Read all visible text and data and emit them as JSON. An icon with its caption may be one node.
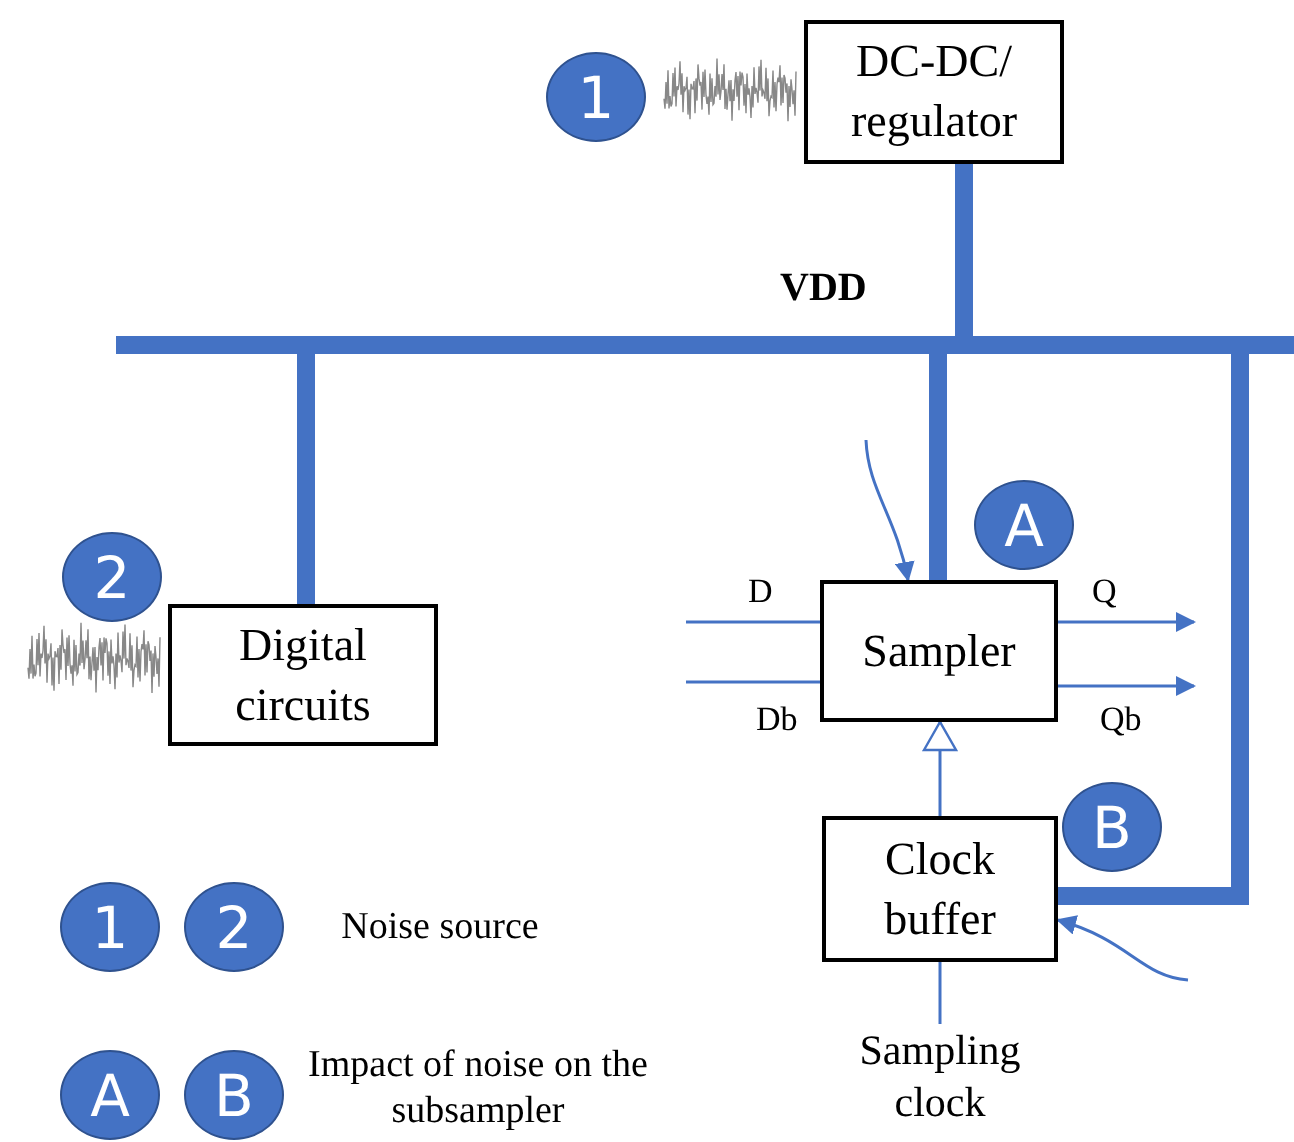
{
  "diagram": {
    "nodes": [
      {
        "text": [
          "1"
        ]
      },
      {
        "text": [
          "DC-DC/ regulator"
        ]
      },
      {
        "text": [
          "VDD"
        ]
      },
      {
        "text": [
          "A"
        ]
      },
      {
        "text": [
          "2"
        ]
      },
      {
        "text": [
          "Digital circuits"
        ]
      },
      {
        "text": [
          "Sampler"
        ]
      },
      {
        "text": [
          "B"
        ]
      },
      {
        "text": [
          "Clock buffer"
        ]
      },
      {
        "text": [
          "1"
        ]
      },
      {
        "text": [
          "2"
        ]
      },
      {
        "text": [
          "A"
        ]
      },
      {
        "text": [
          "B"
        ]
      },
      {
        "text": [
          "Sampling clock"
        ]
      }
    ],
    "edges": [
      {
        "from": 1,
        "to": 2,
        "arrow": "none",
        "style": "thick"
      },
      {
        "from": 2,
        "to": 5,
        "arrow": "none",
        "style": "thick"
      },
      {
        "from": 2,
        "to": 6,
        "arrow": "none",
        "style": "thick"
      },
      {
        "from": 2,
        "to": 8,
        "arrow": "none",
        "style": "thick"
      },
      {
        "from": null,
        "to": 6,
        "arrow": "none",
        "label": "D"
      },
      {
        "from": null,
        "to": 6,
        "arrow": "none",
        "label": "Db"
      },
      {
        "from": 6,
        "to": null,
        "arrow": "to",
        "label": "Q"
      },
      {
        "from": 6,
        "to": null,
        "arrow": "to",
        "label": "Qb"
      },
      {
        "from": 8,
        "to": 6,
        "arrow": "to"
      },
      {
        "from": 13,
        "to": 8,
        "arrow": "none"
      },
      {
        "from": null,
        "to": 6,
        "arrow": "to"
      },
      {
        "from": null,
        "to": 8,
        "arrow": "to"
      }
    ],
    "labels": [
      "Noise source",
      "Impact of noise on the subsampler"
    ]
  }
}
